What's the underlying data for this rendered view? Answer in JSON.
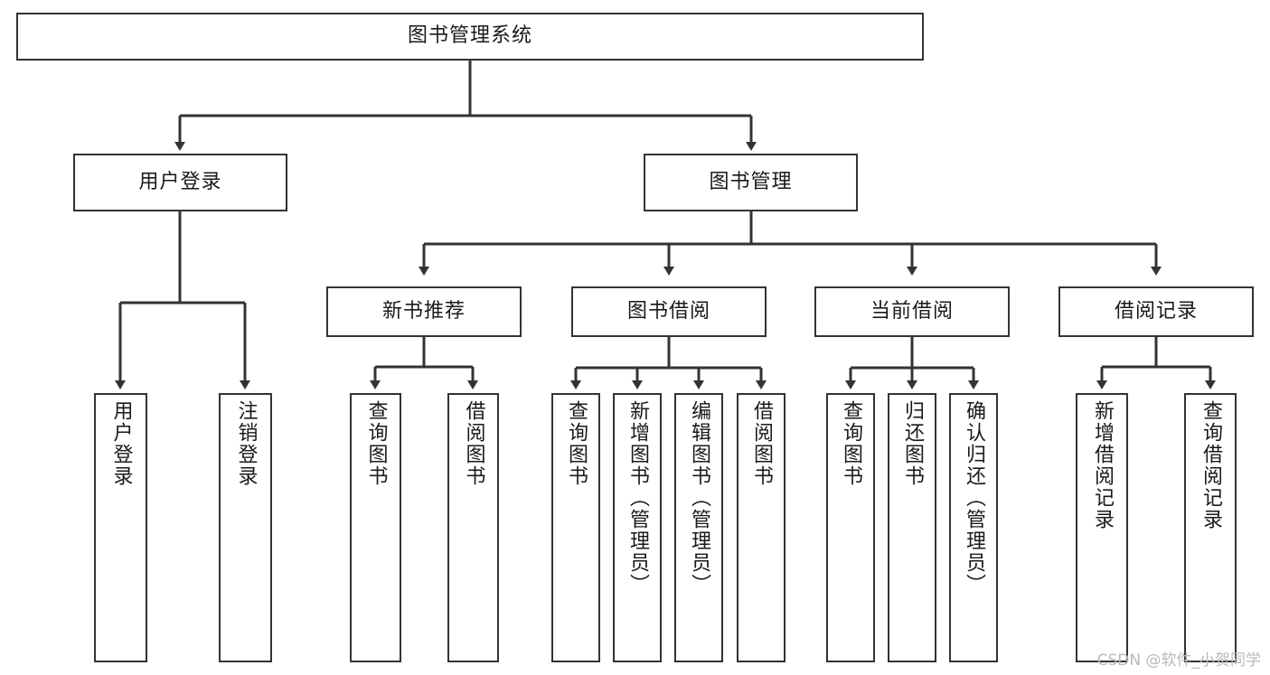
{
  "diagram": {
    "title": "图书管理系统",
    "type": "tree-hierarchy",
    "colors": {
      "stroke": "#333333",
      "box_fill": "#ffffff",
      "text": "#1a1a1a",
      "background": "#ffffff",
      "watermark": "#b9b9b9"
    },
    "root": {
      "label": "图书管理系统"
    },
    "level2": [
      {
        "label": "用户登录"
      },
      {
        "label": "图书管理"
      }
    ],
    "level3": [
      {
        "label": "新书推荐"
      },
      {
        "label": "图书借阅"
      },
      {
        "label": "当前借阅"
      },
      {
        "label": "借阅记录"
      }
    ],
    "leaves": {
      "user_login": [
        {
          "label": "用户登录"
        },
        {
          "label": "注销登录"
        }
      ],
      "new_book_recommend": [
        {
          "label": "查询图书"
        },
        {
          "label": "借阅图书"
        }
      ],
      "book_borrow": [
        {
          "label": "查询图书"
        },
        {
          "label": "新增图书（管理员）"
        },
        {
          "label": "编辑图书（管理员）"
        },
        {
          "label": "借阅图书"
        }
      ],
      "current_borrow": [
        {
          "label": "查询图书"
        },
        {
          "label": "归还图书"
        },
        {
          "label": "确认归还（管理员）"
        }
      ],
      "borrow_record": [
        {
          "label": "新增借阅记录"
        },
        {
          "label": "查询借阅记录"
        }
      ]
    }
  },
  "watermark": {
    "text": "CSDN @软件_小贺同学"
  }
}
